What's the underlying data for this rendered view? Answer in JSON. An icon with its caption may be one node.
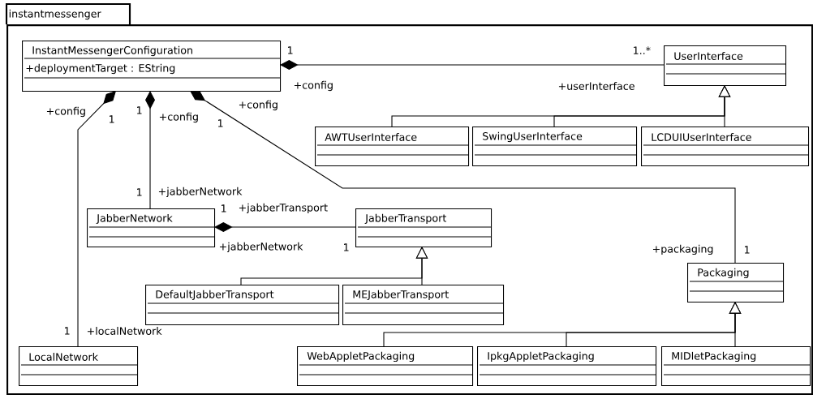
{
  "diagram": {
    "nodes": [
      {
        "text": [
          "instantmessenger"
        ]
      },
      {
        "text": [
          "InstantMessengerConfiguration",
          "+deploymentTarget : EString"
        ],
        "in": 0
      },
      {
        "text": [
          "UserInterface"
        ],
        "in": 0
      },
      {
        "text": [
          "AWTUserInterface"
        ],
        "in": 0
      },
      {
        "text": [
          "SwingUserInterface"
        ],
        "in": 0
      },
      {
        "text": [
          "LCDUIUserInterface"
        ],
        "in": 0
      },
      {
        "text": [
          "JabberNetwork"
        ],
        "in": 0
      },
      {
        "text": [
          "JabberTransport"
        ],
        "in": 0
      },
      {
        "text": [
          "DefaultJabberTransport"
        ],
        "in": 0
      },
      {
        "text": [
          "MEJabberTransport"
        ],
        "in": 0
      },
      {
        "text": [
          "Packaging"
        ],
        "in": 0
      },
      {
        "text": [
          "LocalNetwork"
        ],
        "in": 0
      },
      {
        "text": [
          "WebAppletPackaging"
        ],
        "in": 0
      },
      {
        "text": [
          "IpkgAppletPackaging"
        ],
        "in": 0
      },
      {
        "text": [
          "MIDletPackaging"
        ],
        "in": 0
      }
    ],
    "edges": [
      {
        "from": 1,
        "to": 2,
        "arrow": "other"
      },
      {
        "from": 1,
        "to": 11,
        "arrow": "other"
      },
      {
        "from": 1,
        "to": 6,
        "arrow": "other"
      },
      {
        "from": 1,
        "to": 10,
        "arrow": "other"
      },
      {
        "from": 6,
        "to": 7,
        "arrow": "other"
      },
      {
        "from": 3,
        "to": 2,
        "arrow": "to"
      },
      {
        "from": 4,
        "to": 2,
        "arrow": "to"
      },
      {
        "from": 5,
        "to": 2,
        "arrow": "to"
      },
      {
        "from": 8,
        "to": 7,
        "arrow": "to"
      },
      {
        "from": 9,
        "to": 7,
        "arrow": "to"
      },
      {
        "from": 12,
        "to": 10,
        "arrow": "to"
      },
      {
        "from": 13,
        "to": 10,
        "arrow": "to"
      },
      {
        "from": 14,
        "to": 10,
        "arrow": "to"
      }
    ],
    "labels": [
      "1",
      "1..*",
      "+config",
      "+userInterface",
      "+config",
      "1",
      "1",
      "+config",
      "+config",
      "1",
      "1",
      "+jabberNetwork",
      "1",
      "+jabberTransport",
      "+jabberNetwork",
      "1",
      "+packaging",
      "1",
      "1",
      "+localNetwork"
    ]
  }
}
